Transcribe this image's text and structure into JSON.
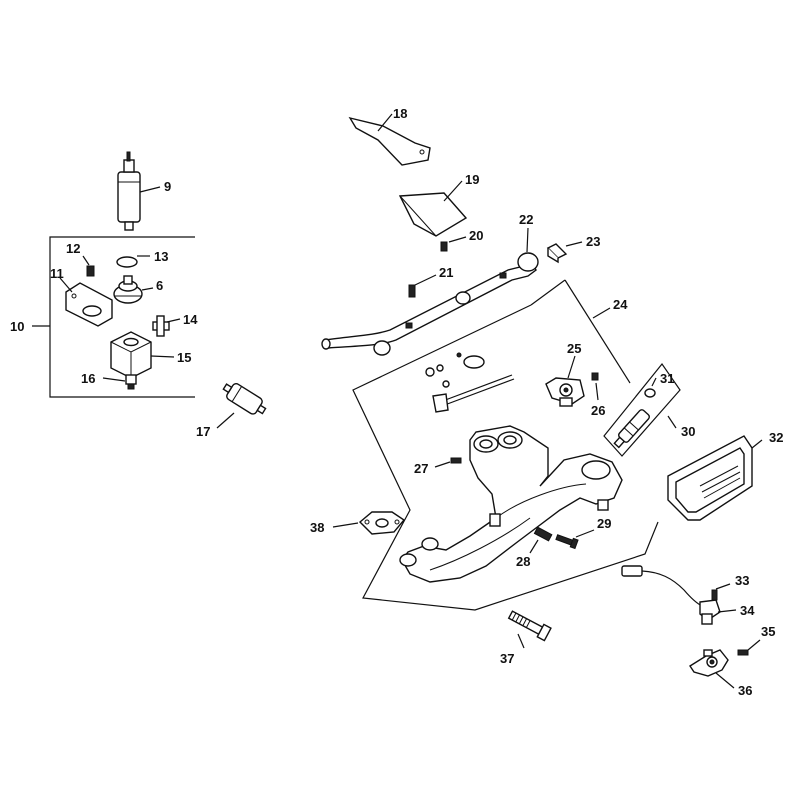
{
  "callouts": {
    "c6": "6",
    "c9": "9",
    "c10": "10",
    "c11": "11",
    "c12": "12",
    "c13": "13",
    "c14": "14",
    "c15": "15",
    "c16": "16",
    "c17": "17",
    "c18": "18",
    "c19": "19",
    "c20": "20",
    "c21": "21",
    "c22": "22",
    "c23": "23",
    "c24": "24",
    "c25": "25",
    "c26": "26",
    "c27": "27",
    "c28": "28",
    "c29": "29",
    "c30": "30",
    "c31": "31",
    "c32": "32",
    "c33": "33",
    "c34": "34",
    "c35": "35",
    "c36": "36",
    "c37": "37",
    "c38": "38"
  }
}
